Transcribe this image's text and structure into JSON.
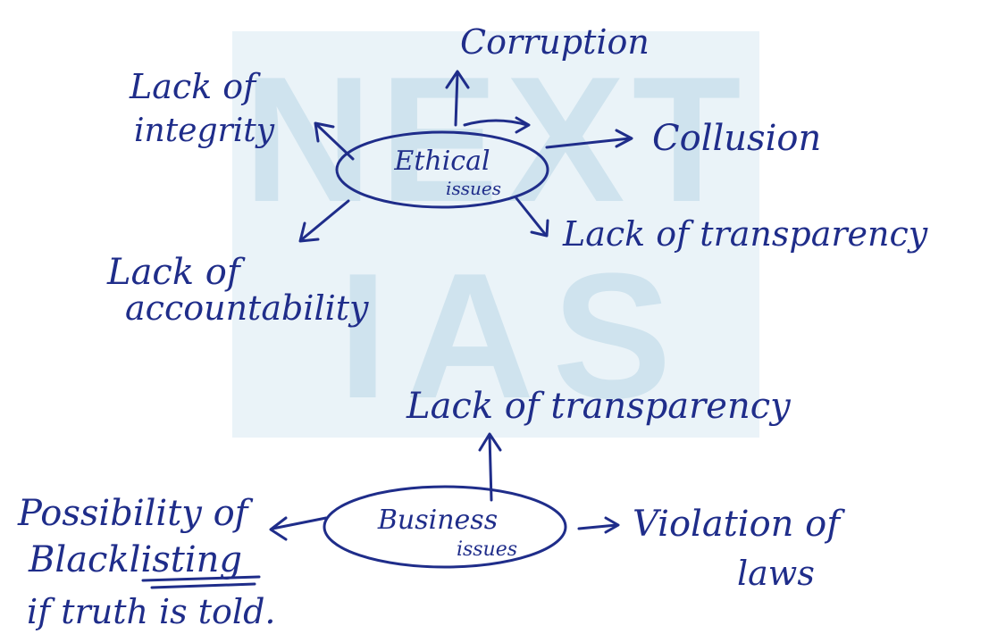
{
  "watermark": {
    "top": "NEXT",
    "bottom": "IAS"
  },
  "ink_color": "#1f2d8a",
  "watermark_color": "#cfe3ee",
  "diagram1": {
    "center": {
      "line1": "Ethical",
      "line2": "issues"
    },
    "corruption": "Corruption",
    "collusion": "Collusion",
    "lack_integrity": {
      "line1": "Lack of",
      "line2": "integrity"
    },
    "lack_transparency": "Lack of transparency",
    "lack_accountability": {
      "line1": "Lack of",
      "line2": "accountability"
    }
  },
  "diagram2": {
    "center": {
      "line1": "Business",
      "line2": "issues"
    },
    "lack_transparency": "Lack of transparency",
    "violation": {
      "line1": "Violation of",
      "line2": "laws"
    },
    "blacklisting": {
      "line1": "Possibility of",
      "line2": "Blacklisting",
      "line3": "if truth is told."
    }
  }
}
